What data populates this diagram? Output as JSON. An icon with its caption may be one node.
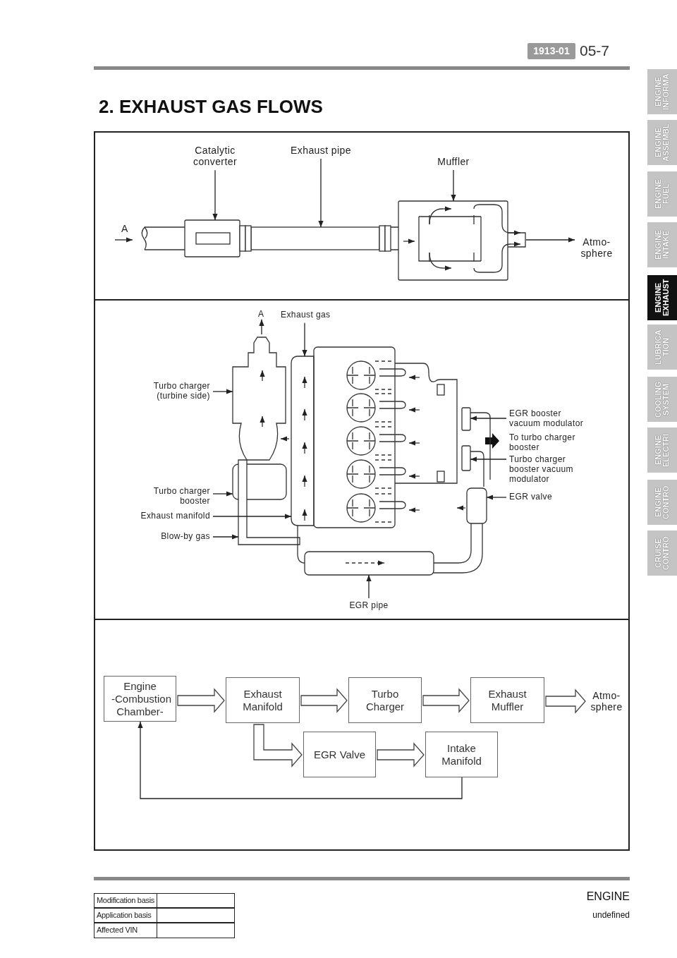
{
  "diagram": {
    "title": "2. EXHAUST GAS FLOWS",
    "nodes": [
      {
        "text": [
          "Catalytic converter"
        ]
      },
      {
        "text": [],
        "shape": "box"
      },
      {
        "text": [
          "Exhaust pipe"
        ]
      },
      {
        "text": [],
        "shape": "bar"
      },
      {
        "text": [
          "Muffler"
        ]
      },
      {
        "text": [],
        "shape": "box"
      },
      {
        "text": [
          "Atmo- sphere"
        ]
      },
      {
        "text": [
          "Exhaust gas"
        ]
      },
      {
        "text": [
          "Turbo charger (turbine side)"
        ]
      },
      {
        "text": [
          "EGR booster vacuum modulator"
        ]
      },
      {
        "text": [
          "Turbo charger booster vacuum modulator"
        ]
      },
      {
        "text": [
          "Turbo charger booster"
        ]
      },
      {
        "text": [
          "Exhaust manifold"
        ]
      },
      {
        "text": [
          "Blow-by gas"
        ]
      },
      {
        "text": [
          "EGR valve"
        ]
      },
      {
        "text": [
          "EGR pipe"
        ]
      },
      {
        "text": [],
        "shape": "picture"
      },
      {
        "text": [],
        "shape": "box"
      },
      {
        "text": [],
        "shape": "box"
      },
      {
        "text": [],
        "shape": "box"
      },
      {
        "text": [],
        "shape": "picture"
      },
      {
        "text": [],
        "shape": "picture"
      },
      {
        "text": [],
        "shape": "box"
      },
      {
        "text": [],
        "shape": "box"
      },
      {
        "text": [
          "Engine -Combustion Chamber-"
        ]
      },
      {
        "text": [
          "Exhaust Manifold"
        ]
      },
      {
        "text": [
          "Turbo Charger"
        ]
      },
      {
        "text": [
          "Exhaust Muffler"
        ]
      },
      {
        "text": [
          "Atmo- sphere"
        ]
      },
      {
        "text": [
          "EGR Valve"
        ]
      },
      {
        "text": [
          "Intake Manifold"
        ]
      },
      {
        "text": [
          "A"
        ]
      }
    ],
    "edges": [
      {
        "from": 0,
        "to": 1,
        "arrow": "to"
      },
      {
        "from": 2,
        "to": 3,
        "arrow": "to"
      },
      {
        "from": 4,
        "to": 5,
        "arrow": "to"
      },
      {
        "from": 5,
        "to": 6,
        "arrow": "to"
      },
      {
        "from": 7,
        "to": 20,
        "arrow": "to"
      },
      {
        "from": 8,
        "to": 16,
        "arrow": "to"
      },
      {
        "from": 9,
        "to": 17,
        "arrow": "to"
      },
      {
        "from": 10,
        "to": 18,
        "arrow": "to"
      },
      {
        "from": 11,
        "to": 19,
        "arrow": "to"
      },
      {
        "from": 12,
        "to": 20,
        "arrow": "to"
      },
      {
        "from": 13,
        "to": 21,
        "arrow": "to"
      },
      {
        "from": 14,
        "to": 22,
        "arrow": "to"
      },
      {
        "from": 15,
        "to": 23,
        "arrow": "to"
      },
      {
        "from": 24,
        "to": 25,
        "arrow": "to"
      },
      {
        "from": 25,
        "to": 26,
        "arrow": "to"
      },
      {
        "from": 26,
        "to": 27,
        "arrow": "to"
      },
      {
        "from": 27,
        "to": 28,
        "arrow": "to"
      },
      {
        "from": 25,
        "to": 29,
        "arrow": "to"
      },
      {
        "from": 29,
        "to": 30,
        "arrow": "to"
      },
      {
        "from": 30,
        "to": 24,
        "arrow": "to"
      },
      {
        "from": 16,
        "to": 31,
        "arrow": "to"
      }
    ],
    "labels": [
      "1913-01",
      "05-7",
      "ENGINE INFORMA",
      "ENGINE ASSEMBL",
      "ENGINE FUEL",
      "ENGINE INTAKE",
      "ENGINE EXHAUST",
      "LUBRICA TION",
      "COOLING SYSTEM",
      "ENGINE ELECTRI",
      "ENGINE CONTRO",
      "CRUISE CONTRO",
      "A",
      "To turbo charger booster",
      "ENGINE",
      "undefined",
      "Modification basis",
      "Application basis",
      "Affected VIN"
    ]
  }
}
